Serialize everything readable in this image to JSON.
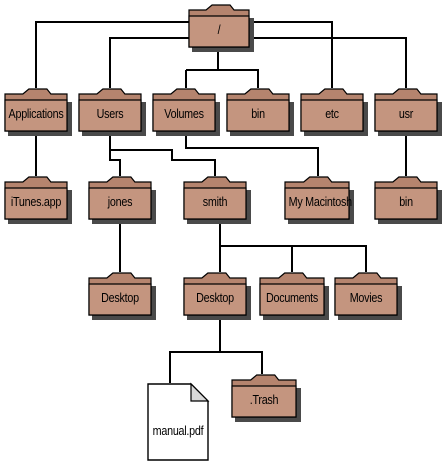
{
  "diagram": {
    "nodes": [
      {
        "id": "root",
        "label": "/",
        "kind": "folder"
      },
      {
        "id": "applications",
        "label": "Applications",
        "kind": "folder"
      },
      {
        "id": "users",
        "label": "Users",
        "kind": "folder"
      },
      {
        "id": "volumes",
        "label": "Volumes",
        "kind": "folder"
      },
      {
        "id": "bin1",
        "label": "bin",
        "kind": "folder"
      },
      {
        "id": "etc",
        "label": "etc",
        "kind": "folder"
      },
      {
        "id": "usr",
        "label": "usr",
        "kind": "folder"
      },
      {
        "id": "itunes",
        "label": "iTunes.app",
        "kind": "folder"
      },
      {
        "id": "jones",
        "label": "jones",
        "kind": "folder"
      },
      {
        "id": "smith",
        "label": "smith",
        "kind": "folder"
      },
      {
        "id": "mymac",
        "label": "My Macintosh",
        "kind": "folder"
      },
      {
        "id": "bin2",
        "label": "bin",
        "kind": "folder"
      },
      {
        "id": "desktop1",
        "label": "Desktop",
        "kind": "folder"
      },
      {
        "id": "desktop2",
        "label": "Desktop",
        "kind": "folder"
      },
      {
        "id": "documents",
        "label": "Documents",
        "kind": "folder"
      },
      {
        "id": "movies",
        "label": "Movies",
        "kind": "folder"
      },
      {
        "id": "manual",
        "label": "manual.pdf",
        "kind": "file"
      },
      {
        "id": "trash",
        "label": ".Trash",
        "kind": "folder"
      }
    ],
    "edges": [
      [
        "root",
        "applications"
      ],
      [
        "root",
        "users"
      ],
      [
        "root",
        "volumes"
      ],
      [
        "root",
        "bin1"
      ],
      [
        "root",
        "etc"
      ],
      [
        "root",
        "usr"
      ],
      [
        "applications",
        "itunes"
      ],
      [
        "users",
        "jones"
      ],
      [
        "users",
        "smith"
      ],
      [
        "volumes",
        "mymac"
      ],
      [
        "usr",
        "bin2"
      ],
      [
        "jones",
        "desktop1"
      ],
      [
        "smith",
        "desktop2"
      ],
      [
        "smith",
        "documents"
      ],
      [
        "smith",
        "movies"
      ],
      [
        "desktop2",
        "manual"
      ],
      [
        "desktop2",
        "trash"
      ]
    ],
    "colors": {
      "folder_fill": "#c4957f",
      "folder_back": "#b5846e",
      "folder_shadow": "#4a4a4a",
      "outline": "#000000",
      "line": "#000000",
      "file_fill": "#ffffff",
      "file_corner": "#d9d9d9"
    }
  }
}
